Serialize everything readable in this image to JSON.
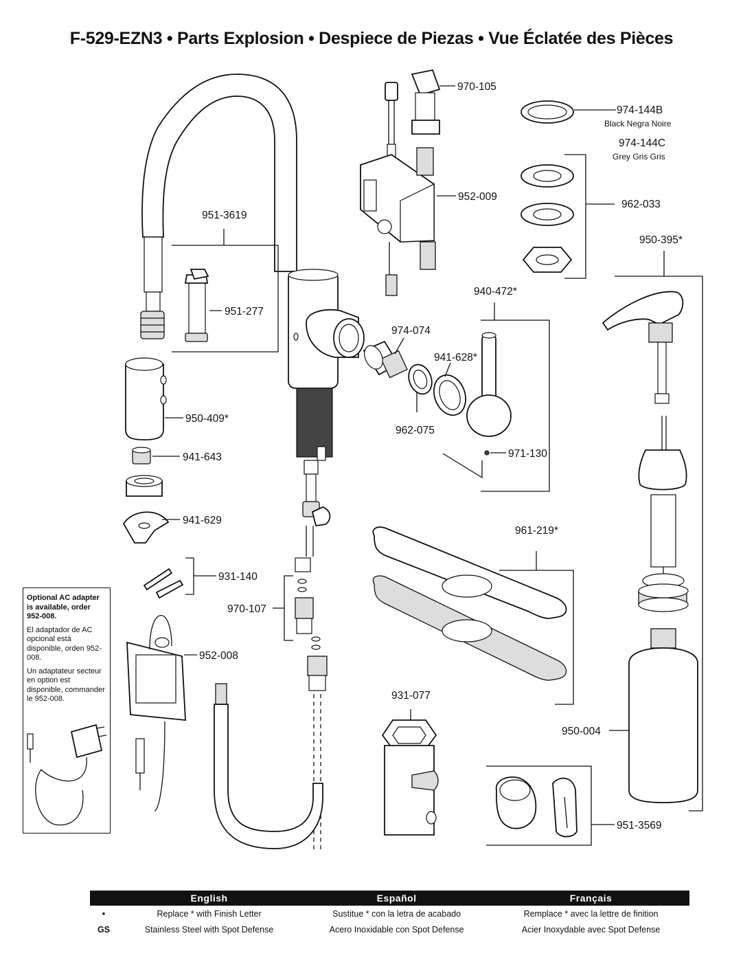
{
  "title": "F-529-EZN3 • Parts Explosion • Despiece de Piezas • Vue Éclatée des Pièces",
  "parts": {
    "p970_105": "970-105",
    "p974_144b": "974-144B",
    "p974_144b_sub": "Black Negra Noire",
    "p974_144c": "974-144C",
    "p974_144c_sub": "Grey Gris Gris",
    "p952_009": "952-009",
    "p962_033": "962-033",
    "p951_3619": "951-3619",
    "p950_395": "950-395*",
    "p951_277": "951-277",
    "p940_472": "940-472*",
    "p974_074": "974-074",
    "p941_628": "941-628*",
    "p950_409": "950-409*",
    "p962_075": "962-075",
    "p941_643": "941-643",
    "p971_130": "971-130",
    "p941_629": "941-629",
    "p961_219": "961-219*",
    "p931_140": "931-140",
    "p970_107": "970-107",
    "p952_008": "952-008",
    "p931_077": "931-077",
    "p950_004": "950-004",
    "p951_3569": "951-3569"
  },
  "adapter_note": {
    "en": "Optional AC adapter is available, order 952-008.",
    "es": "El adaptador de AC opcional está disponible, orden 952-008.",
    "fr": "Un adaptateur secteur en option est disponible, commander le 952-008."
  },
  "legend": {
    "headers": [
      "English",
      "Español",
      "Français"
    ],
    "rows": [
      {
        "key": "•",
        "en": "Replace * with Finish Letter",
        "es": "Sustitue * con la letra de acabado",
        "fr": "Remplace * avec la lettre de finition"
      },
      {
        "key": "GS",
        "en": "Stainless Steel with Spot Defense",
        "es": "Acero Inoxidable con Spot Defense",
        "fr": "Acier Inoxydable avec Spot Defense"
      }
    ]
  }
}
